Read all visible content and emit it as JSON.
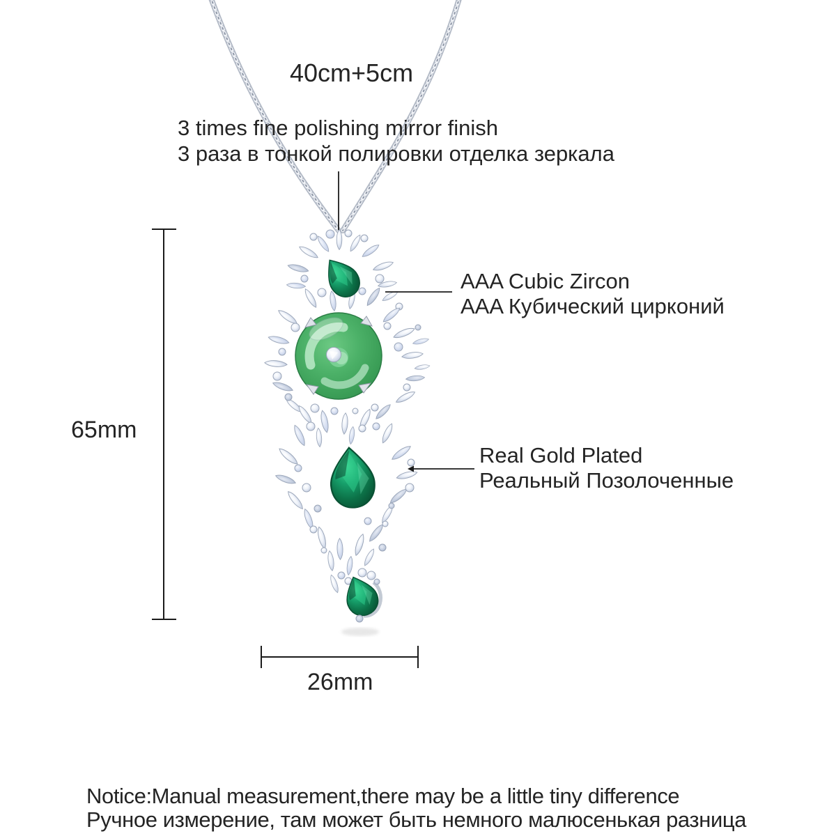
{
  "product": {
    "chain_length_label": "40cm+5cm",
    "pendant_height_label": "65mm",
    "pendant_width_label": "26mm"
  },
  "callouts": {
    "polish": {
      "en": "3 times fine polishing mirror finish",
      "ru": "3 раза в тонкой полировки отделка зеркала"
    },
    "zircon": {
      "en": "AAA Cubic Zircon",
      "ru": "AAA Кубический цирконий"
    },
    "gold": {
      "en": "Real Gold Plated",
      "ru": "Реальный Позолоченные"
    }
  },
  "notice": {
    "en": "Notice:Manual measurement,there may be a little tiny difference",
    "ru": "Ручное измерение, там может быть немного малюсенькая разница"
  },
  "colors": {
    "jade_green": "#3fa35a",
    "emerald_green": "#0e7a4e",
    "silver_metal": "#b9c0cc",
    "cz_stone": "#dde4f2",
    "annotation_text": "#242424",
    "measure_line": "#1b1b1b",
    "background": "#ffffff"
  }
}
